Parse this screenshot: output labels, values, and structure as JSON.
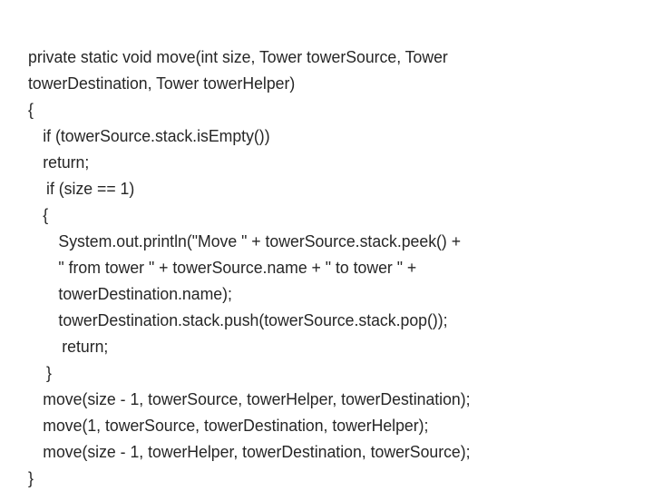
{
  "document": {
    "type": "code-snippet",
    "language": "Java",
    "background_color": "#ffffff",
    "text_color": "#262626",
    "lines": [
      {
        "indent": 0,
        "text": "private static void move(int size, Tower towerSource, Tower"
      },
      {
        "indent": 0,
        "text": "towerDestination, Tower towerHelper)"
      },
      {
        "indent": 0,
        "text": "{"
      },
      {
        "indent": 1,
        "text": "if (towerSource.stack.isEmpty())"
      },
      {
        "indent": 1,
        "text": "return;"
      },
      {
        "indent": 2,
        "text": "if (size == 1)"
      },
      {
        "indent": 1,
        "text": "{"
      },
      {
        "indent": 3,
        "text": "System.out.println(\"Move \" + towerSource.stack.peek() +"
      },
      {
        "indent": 3,
        "text": "\" from tower \" + towerSource.name + \" to tower \" +"
      },
      {
        "indent": 3,
        "text": "towerDestination.name);"
      },
      {
        "indent": 3,
        "text": "towerDestination.stack.push(towerSource.stack.pop());"
      },
      {
        "indent": 4,
        "text": "return;"
      },
      {
        "indent": 2,
        "text": "}"
      },
      {
        "indent": 1,
        "text": "move(size - 1, towerSource, towerHelper, towerDestination);"
      },
      {
        "indent": 1,
        "text": "move(1, towerSource, towerDestination, towerHelper);"
      },
      {
        "indent": 1,
        "text": "move(size - 1, towerHelper, towerDestination, towerSource);"
      },
      {
        "indent": 0,
        "text": "}"
      }
    ]
  }
}
